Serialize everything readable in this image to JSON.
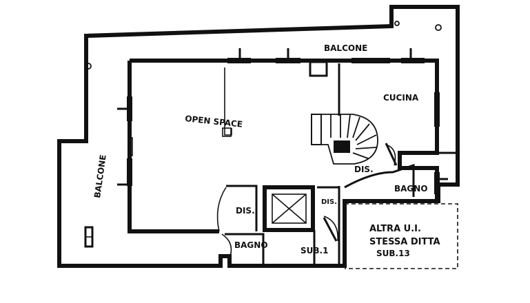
{
  "rooms": {
    "balcone_top": "BALCONE",
    "balcone_left": "BALCONE",
    "open_space": "OPEN SPACE",
    "cucina": "CUCINA",
    "dis_right": "DIS.",
    "bagno_right": "BAGNO",
    "dis_left": "DIS.",
    "bagno_left": "BAGNO",
    "dis_mid": "DIS.",
    "sub1": "SUB.1"
  },
  "note": {
    "line1": "ALTRA U.I.",
    "line2": "STESSA DITTA",
    "line3": "SUB.13"
  }
}
